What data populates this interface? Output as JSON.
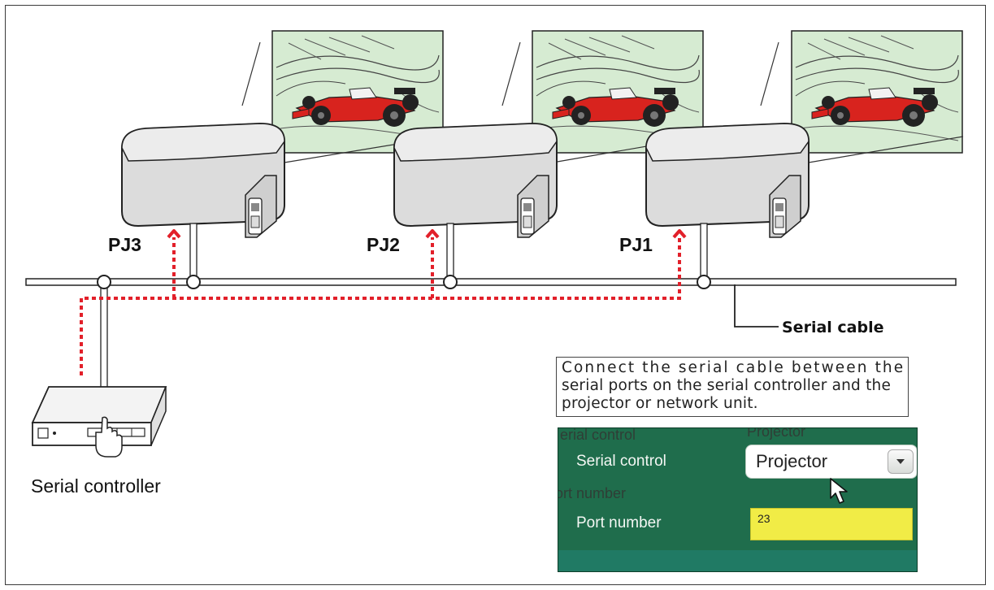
{
  "projectors": [
    {
      "label": "PJ1"
    },
    {
      "label": "PJ2"
    },
    {
      "label": "PJ3"
    }
  ],
  "serial_controller_label": "Serial controller",
  "serial_cable_label": "Serial cable",
  "note_lines": [
    "Connect the serial cable between the",
    "serial ports on the serial controller and the",
    "projector or network unit."
  ],
  "settings_panel": {
    "ghost_serial_control": "erial control",
    "ghost_projector": "Projector",
    "ghost_port_number": "ort number",
    "serial_control_label": "Serial control",
    "serial_control_value": "Projector",
    "port_number_label": "Port number",
    "port_number_value": "23"
  },
  "colors": {
    "signal_path": "#e2202a",
    "screen_fill": "#d6ebd2",
    "projector_body": "#dcdcdc",
    "panel_bg": "#1f6d4c",
    "port_field": "#f1ec46"
  }
}
